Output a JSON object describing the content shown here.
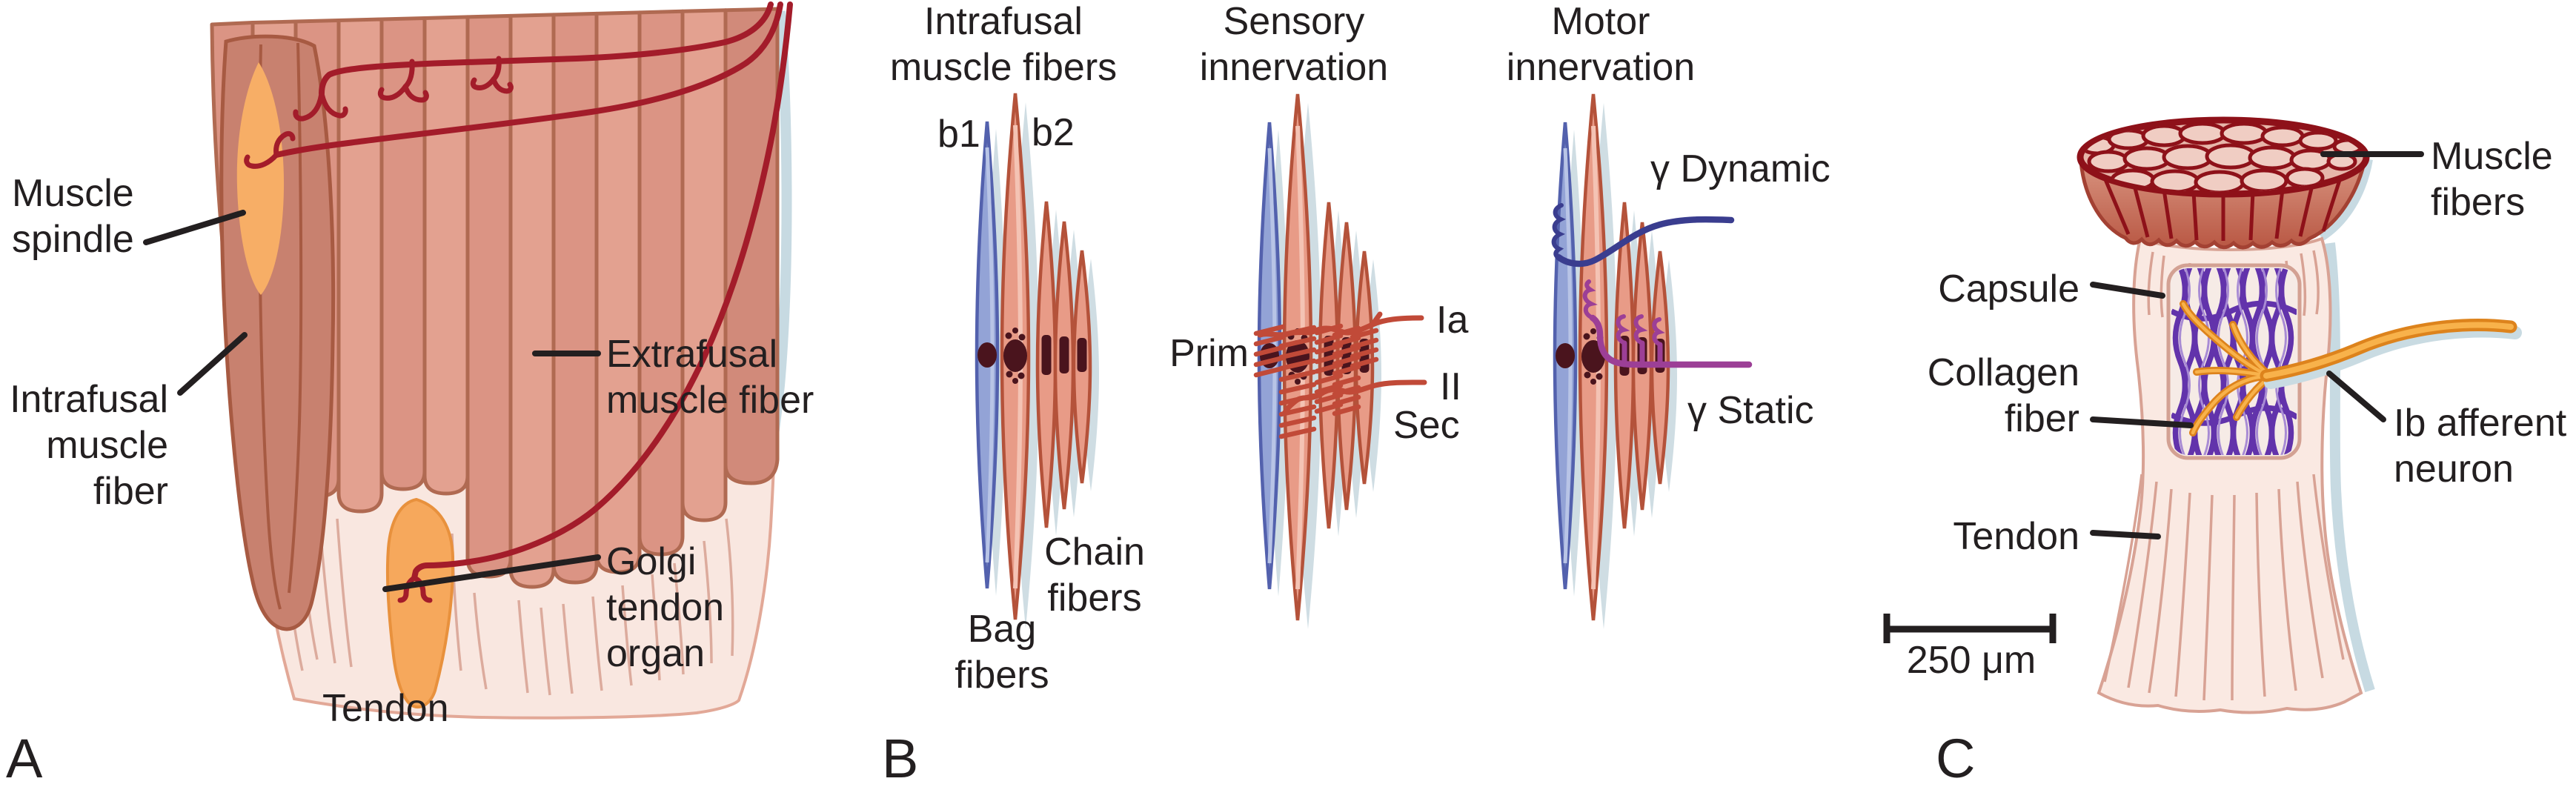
{
  "figure_title": "Muscle spindle and Golgi tendon organ anatomy",
  "panelA": {
    "letter": "A",
    "labels": {
      "muscle_spindle": {
        "lines": [
          "Muscle",
          "spindle"
        ]
      },
      "intrafusal": {
        "lines": [
          "Intrafusal",
          "muscle",
          "fiber"
        ]
      },
      "extrafusal": {
        "lines": [
          "Extrafusal",
          "muscle fiber"
        ]
      },
      "golgi": {
        "lines": [
          "Golgi",
          "tendon",
          "organ"
        ]
      },
      "tendon": "Tendon"
    }
  },
  "panelB": {
    "letter": "B",
    "headers": {
      "intrafusal_fibers": {
        "lines": [
          "Intrafusal",
          "muscle fibers"
        ]
      },
      "sensory": {
        "lines": [
          "Sensory",
          "innervation"
        ]
      },
      "motor": {
        "lines": [
          "Motor",
          "innervation"
        ]
      }
    },
    "labels": {
      "b1": "b1",
      "b2": "b2",
      "bag_fibers": {
        "lines": [
          "Bag",
          "fibers"
        ]
      },
      "chain_fibers": {
        "lines": [
          "Chain",
          "fibers"
        ]
      },
      "prim": "Prim",
      "ia": "Ia",
      "ii": "II",
      "sec": "Sec",
      "gamma_dynamic": "γ Dynamic",
      "gamma_static": "γ Static"
    }
  },
  "panelC": {
    "letter": "C",
    "labels": {
      "muscle_fibers": {
        "lines": [
          "Muscle",
          "fibers"
        ]
      },
      "capsule": "Capsule",
      "collagen_fiber": {
        "lines": [
          "Collagen",
          "fiber"
        ]
      },
      "tendon": "Tendon",
      "ib_afferent": {
        "lines": [
          "Ib afferent",
          "neuron"
        ]
      },
      "scale_bar": "250 μm"
    }
  },
  "colors": {
    "label_text": "#231f20",
    "muscle_salmon": "#e3a190",
    "muscle_outline": "#b06a52",
    "intrafusal_bundle": "#c8816f",
    "spindle_orange": "#f7ae66",
    "gto_orange": "#f6a85c",
    "nerve_dark_red": "#a31c2a",
    "sensory_red": "#c14a38",
    "bag1_blue": "#93a3d6",
    "blue_outline": "#5361ad",
    "nucleus_maroon": "#4a141d",
    "gamma_dynamic_navy": "#3a3d8f",
    "gamma_static_purple": "#9c3f96",
    "tendon_pale": "#f9e7e0",
    "collagen_purple": "#6233ab",
    "ib_orange": "#f8b24b",
    "shadow_blue": "#cfdde3",
    "cup_rim_red": "#8e1119"
  }
}
